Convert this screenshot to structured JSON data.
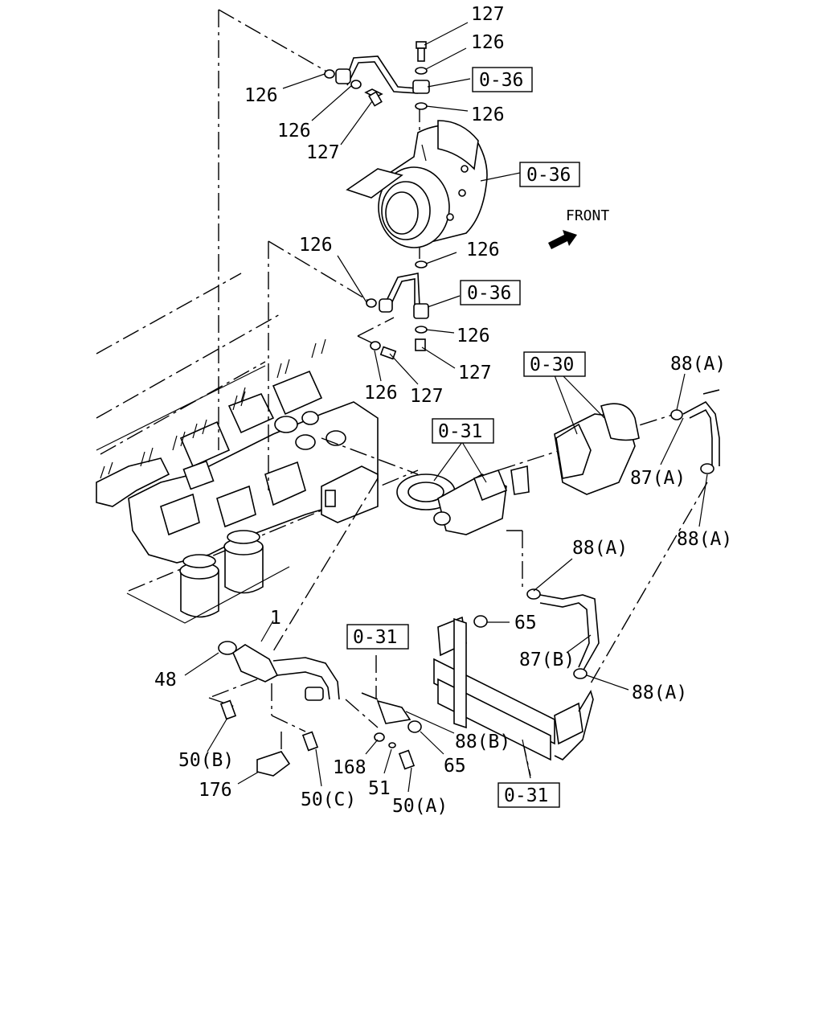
{
  "diagram": {
    "front_label": "FRONT",
    "callouts": {
      "c127_top": "127",
      "c126_top": "126",
      "c126_left": "126",
      "c126_mid_left": "126",
      "c127_mid_left": "127",
      "c126_right_upper": "126",
      "c126_lower_left": "126",
      "c126_lower_right_a": "126",
      "c126_lower_right_b": "126",
      "c127_lower_right": "127",
      "c126_lower_bottom": "126",
      "c127_lower_bottom": "127",
      "c88a_top": "88(A)",
      "c87a": "87(A)",
      "c88a_right": "88(A)",
      "c88a_mid": "88(A)",
      "c65_mid": "65",
      "c87b": "87(B)",
      "c88a_bottom": "88(A)",
      "c1": "1",
      "c48": "48",
      "c50b": "50(B)",
      "c176": "176",
      "c50c": "50(C)",
      "c168": "168",
      "c51": "51",
      "c50a": "50(A)",
      "c65_bottom": "65",
      "c88b": "88(B)"
    },
    "refs": {
      "r036_a": "0-36",
      "r036_b": "0-36",
      "r036_c": "0-36",
      "r030": "0-30",
      "r031_a": "0-31",
      "r031_b": "0-31",
      "r031_c": "0-31"
    }
  }
}
